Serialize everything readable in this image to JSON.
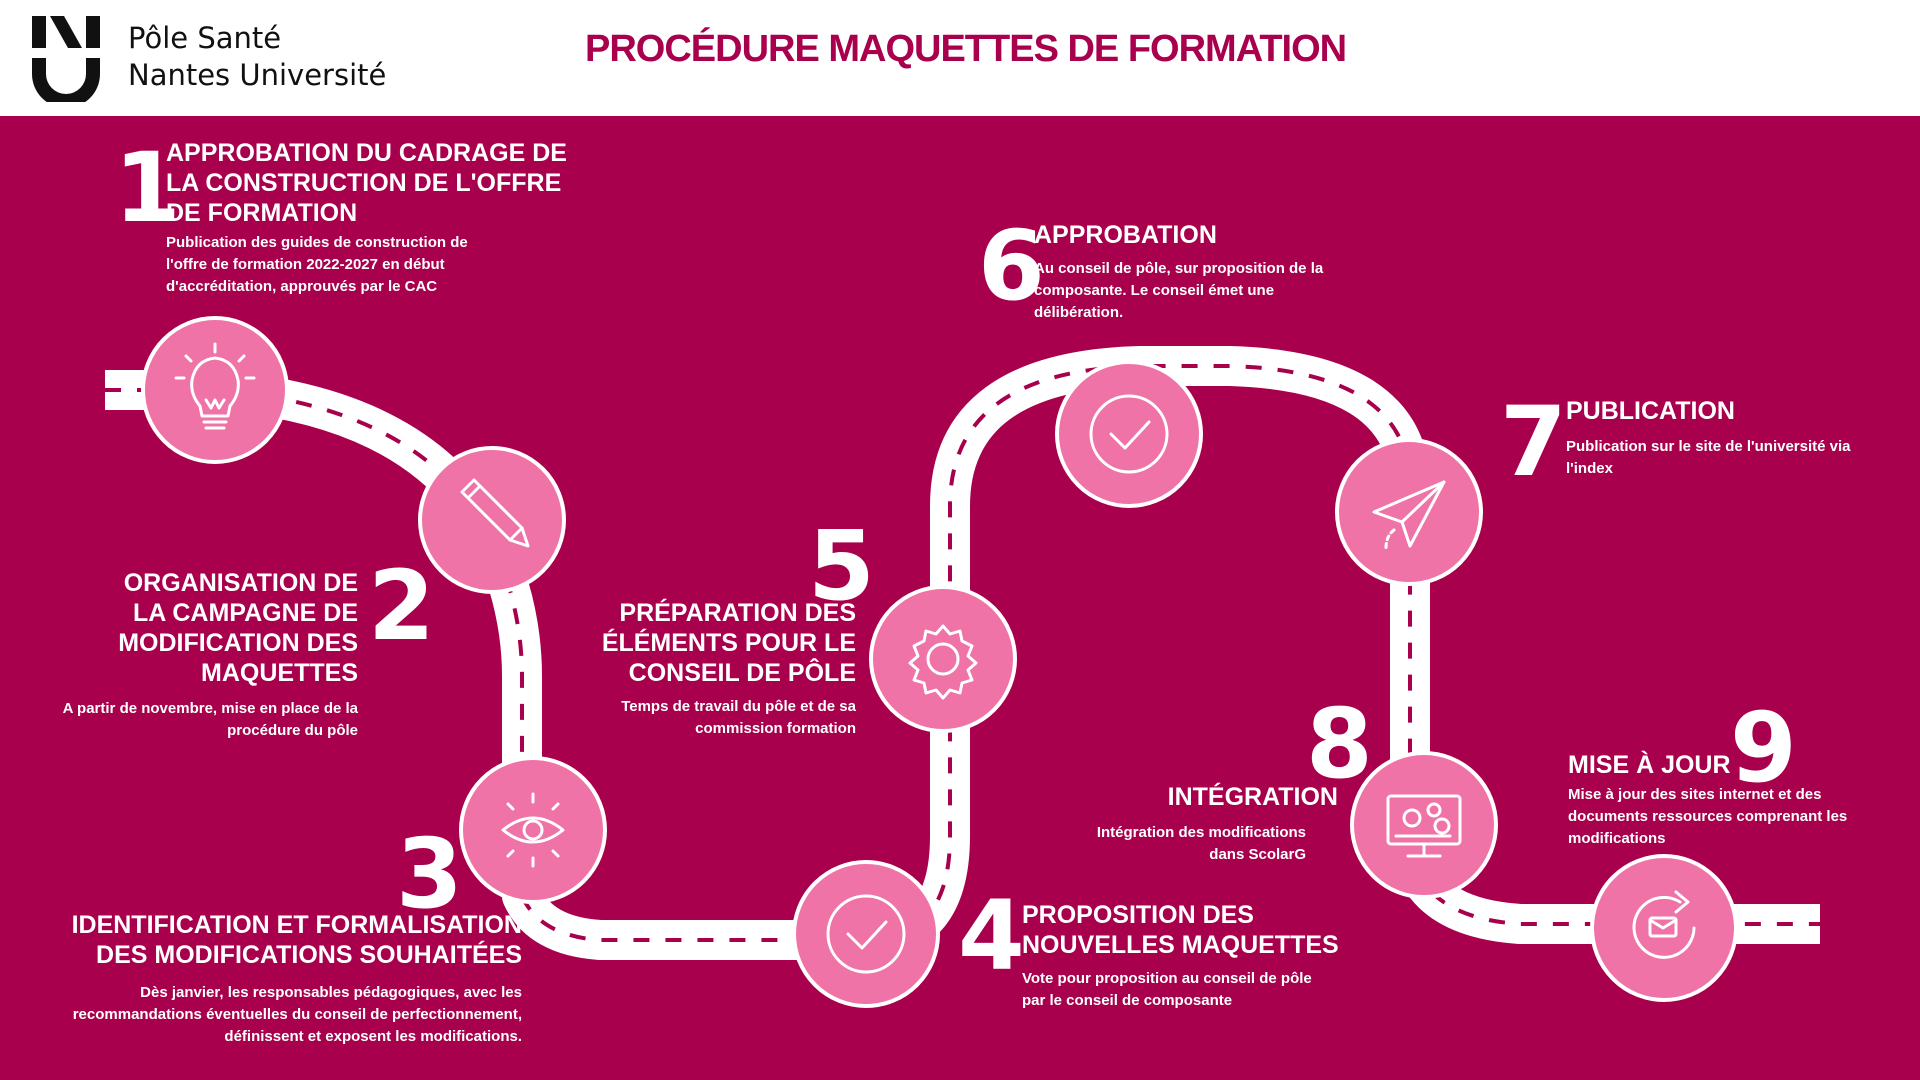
{
  "header": {
    "org_line1": "Pôle Santé",
    "org_line2": "Nantes Université",
    "title": "PROCÉDURE MAQUETTES DE FORMATION"
  },
  "colors": {
    "background": "#a8004c",
    "accent_circle": "#ef73a6",
    "road": "#ffffff",
    "title": "#a8004c"
  },
  "steps": [
    {
      "number": "1",
      "title": "APPROBATION DU CADRAGE DE LA CONSTRUCTION DE L'OFFRE DE FORMATION",
      "desc": "Publication des guides de construction de l'offre de formation 2022-2027  en début d'accréditation, approuvés par le CAC",
      "icon": "lightbulb-icon"
    },
    {
      "number": "2",
      "title": "ORGANISATION DE LA CAMPAGNE DE MODIFICATION DES MAQUETTES",
      "desc": "A partir de novembre, mise en place de la procédure du pôle",
      "icon": "pencil-icon"
    },
    {
      "number": "3",
      "title": "IDENTIFICATION ET FORMALISATION DES MODIFICATIONS SOUHAITÉES",
      "desc": "Dès janvier, les responsables pédagogiques, avec les recommandations éventuelles du conseil de perfectionnement, définissent et exposent les modifications.",
      "icon": "eye-icon"
    },
    {
      "number": "4",
      "title": "PROPOSITION DES NOUVELLES MAQUETTES",
      "desc": "Vote pour proposition au conseil de pôle par le conseil de composante",
      "icon": "checkmark-icon"
    },
    {
      "number": "5",
      "title": "PRÉPARATION DES ÉLÉMENTS POUR LE CONSEIL DE PÔLE",
      "desc": "Temps de travail du pôle et de sa commission formation",
      "icon": "gear-icon"
    },
    {
      "number": "6",
      "title": "APPROBATION",
      "desc": "Au conseil de pôle, sur proposition de la composante. Le conseil émet une délibération.",
      "icon": "checkmark-icon"
    },
    {
      "number": "7",
      "title": "PUBLICATION",
      "desc": "Publication sur le site de l'université via l'index",
      "icon": "paper-plane-icon"
    },
    {
      "number": "8",
      "title": "INTÉGRATION",
      "desc": "Intégration des modifications dans ScolarG",
      "icon": "computer-gears-icon"
    },
    {
      "number": "9",
      "title": "MISE À JOUR",
      "desc": "Mise à jour des sites internet et des documents ressources comprenant les modifications",
      "icon": "refresh-icon"
    }
  ]
}
